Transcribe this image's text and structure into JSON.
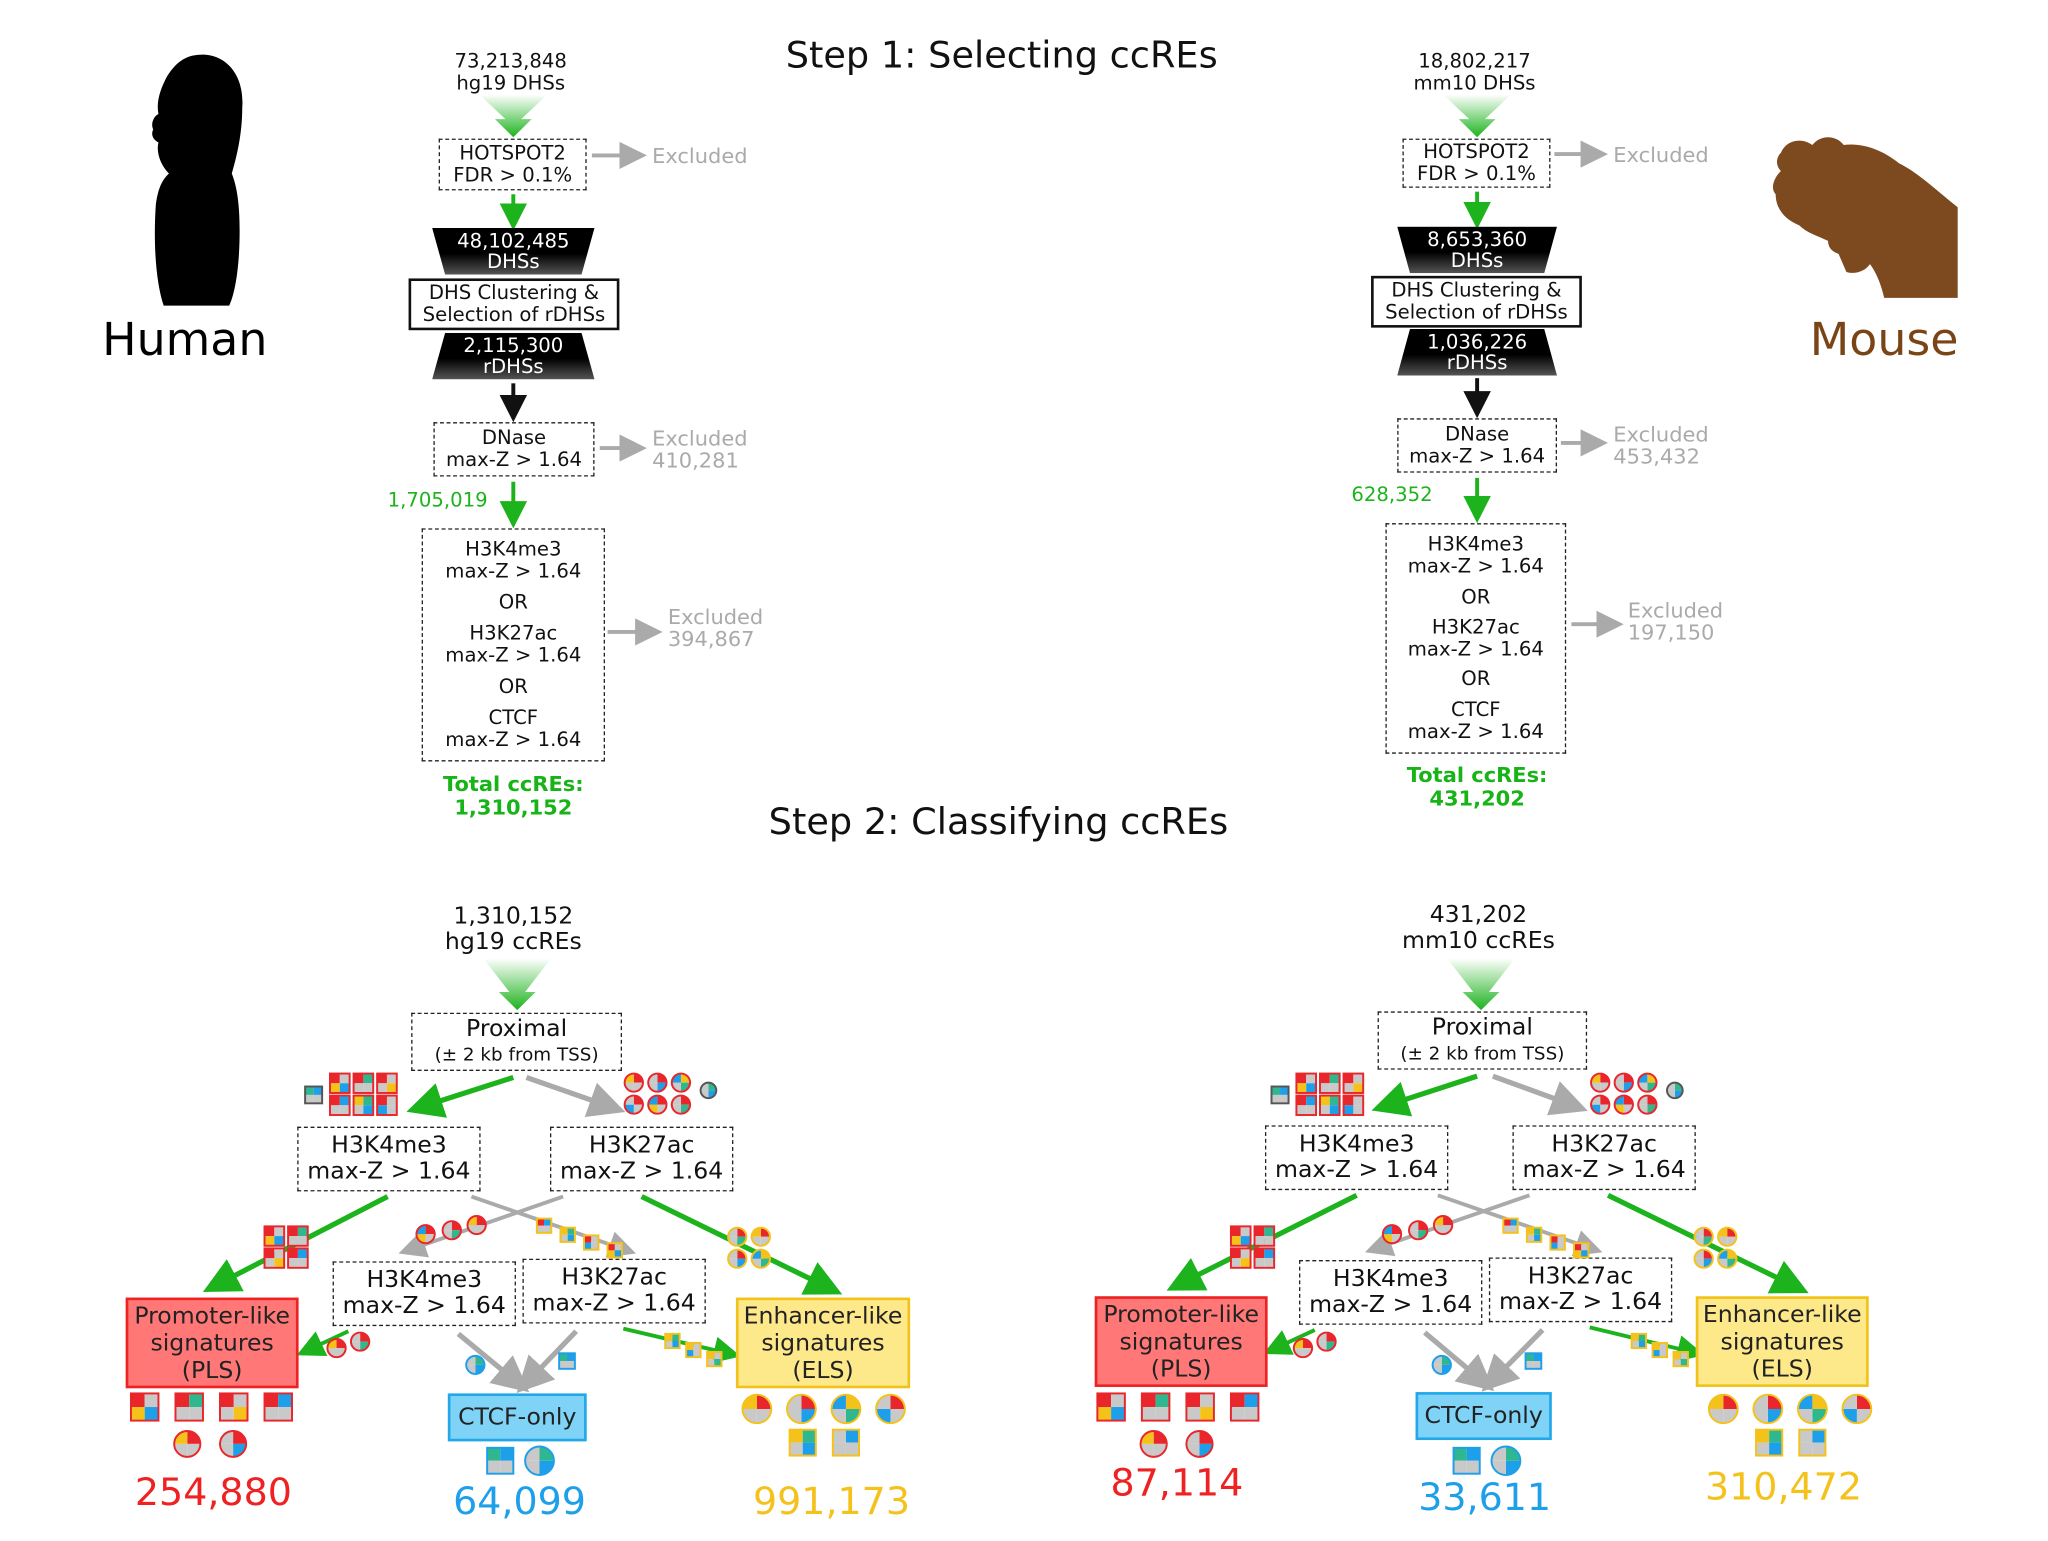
{
  "titles": {
    "step1": "Step 1: Selecting ccREs",
    "step2": "Step 2: Classifying ccREs"
  },
  "labels": {
    "human": "Human",
    "mouse": "Mouse"
  },
  "colors": {
    "human_text": "#000000",
    "mouse_text": "#7a4516",
    "mouse_silhouette": "#7d4a1f",
    "green": "#1db31d",
    "pls": "#ee2222",
    "ctcf": "#1e9fea",
    "els": "#f4c21b",
    "excluded": "#aaaaaa"
  },
  "icons": [
    "human-silhouette-icon",
    "mouse-silhouette-icon",
    "square-mark-icon",
    "circle-mark-icon",
    "arrow-icon"
  ],
  "common": {
    "hotspot_l1": "HOTSPOT2",
    "hotspot_l2": "FDR > 0.1%",
    "clustering_l1": "DHS Clustering &",
    "clustering_l2": "Selection of rDHSs",
    "dnase_l1": "DNase",
    "dnase_l2": "max-Z > 1.64",
    "h3k4me3": "H3K4me3",
    "h3k27ac": "H3K27ac",
    "ctcf": "CTCF",
    "or": "OR",
    "maxz": "max-Z > 1.64",
    "excluded": "Excluded",
    "total": "Total ccREs:",
    "proximal": "Proximal",
    "proximal_sub": "(± 2 kb from TSS)",
    "pls_l1": "Promoter-like",
    "pls_l2": "signatures",
    "pls_l3": "(PLS)",
    "els_l1": "Enhancer-like",
    "els_l2": "signatures",
    "els_l3": "(ELS)",
    "ctcf_only": "CTCF-only"
  },
  "human": {
    "dhs_count": "73,213,848",
    "dhs_label": "hg19 DHSs",
    "hotspot_pass": "48,102,485",
    "hotspot_pass_label": "DHSs",
    "rdhs": "2,115,300",
    "rdhs_label": "rDHSs",
    "dnase_excluded": "410,281",
    "dnase_pass": "1,705,019",
    "marks_excluded": "394,867",
    "total_ccres": "1,310,152",
    "ccre_count": "1,310,152",
    "ccre_label": "hg19 ccREs",
    "pls_count": "254,880",
    "ctcf_count": "64,099",
    "els_count": "991,173"
  },
  "mouse": {
    "dhs_count": "18,802,217",
    "dhs_label": "mm10 DHSs",
    "hotspot_pass": "8,653,360",
    "hotspot_pass_label": "DHSs",
    "rdhs": "1,036,226",
    "rdhs_label": "rDHSs",
    "dnase_excluded": "453,432",
    "dnase_pass": "628,352",
    "marks_excluded": "197,150",
    "total_ccres": "431,202",
    "ccre_count": "431,202",
    "ccre_label": "mm10 ccREs",
    "pls_count": "87,114",
    "ctcf_count": "33,611",
    "els_count": "310,472"
  }
}
